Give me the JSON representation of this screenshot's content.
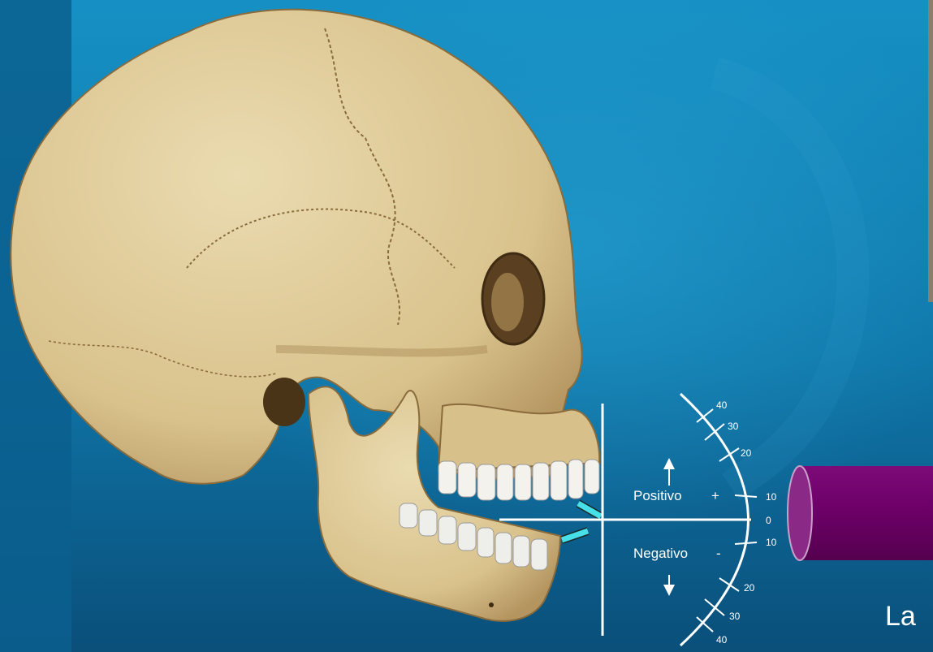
{
  "labels": {
    "positive": "Positivo",
    "positive_sign": "+",
    "negative": "Negativo",
    "negative_sign": "-",
    "caption": "La"
  },
  "scale": {
    "ticks_above": [
      "40",
      "30",
      "20",
      "10"
    ],
    "zero": "0",
    "ticks_below": [
      "10",
      "20",
      "30",
      "40"
    ]
  },
  "colors": {
    "background": "#0e6c9c",
    "bone": "#e6d4a4",
    "bone_shadow": "#a98a56",
    "occlusal_marker": "#47e0e8",
    "cylinder": "#6b0066",
    "lines": "#ffffff"
  },
  "icons": {
    "up_arrow": "arrow-up-icon",
    "down_arrow": "arrow-down-icon"
  }
}
